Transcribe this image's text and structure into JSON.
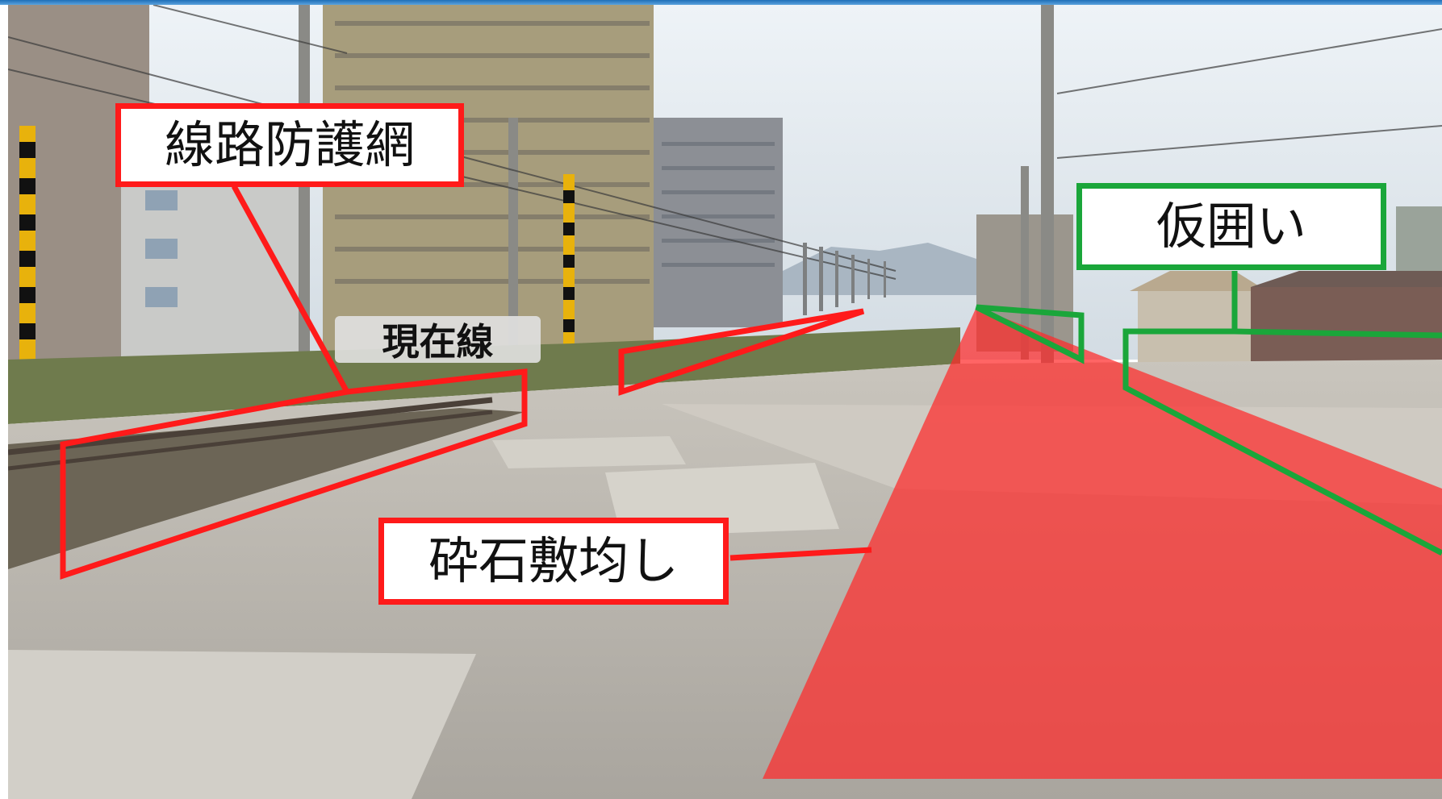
{
  "labels": {
    "track_protection_net": "線路防護網",
    "existing_line": "現在線",
    "crushed_stone_leveling": "砕石敷均し",
    "temporary_enclosure": "仮囲い"
  },
  "colors": {
    "red_callout": "#ff1a1a",
    "green_callout": "#1aa63a",
    "red_overlay": "#ff2a2a",
    "top_rule": "#1f6fb8"
  }
}
